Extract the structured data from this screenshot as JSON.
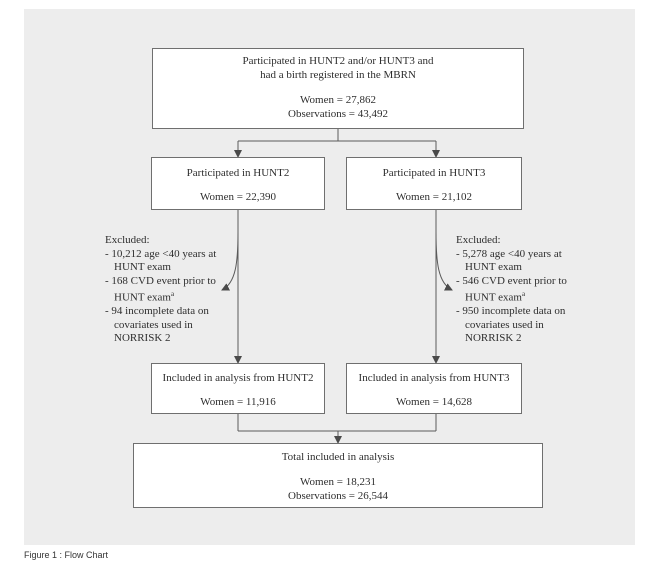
{
  "diagram": {
    "top_box": {
      "line1": "Participated in HUNT2 and/or HUNT3 and",
      "line2": "had a birth registered in the MBRN",
      "women": "Women = 27,862",
      "observations": "Observations = 43,492"
    },
    "hunt2_box": {
      "title": "Participated in HUNT2",
      "women": "Women = 22,390"
    },
    "hunt3_box": {
      "title": "Participated in HUNT3",
      "women": "Women = 21,102"
    },
    "hunt2_excluded": {
      "heading": "Excluded:",
      "items": [
        "- 10,212 age <40 years at HUNT exam",
        "- 168 CVD event prior to HUNT exam",
        "- 94 incomplete data on covariates used in NORRISK 2"
      ],
      "lines": [
        "- 10,212 age <40 years at",
        "HUNT exam",
        "- 168 CVD event prior to",
        "HUNT exam",
        "a",
        "- 94 incomplete data on",
        "covariates used in",
        "NORRISK 2"
      ]
    },
    "hunt3_excluded": {
      "heading": "Excluded:",
      "lines": [
        "- 5,278 age <40 years at",
        "HUNT exam",
        "- 546 CVD event prior to",
        "HUNT exam",
        "a",
        "- 950 incomplete data on",
        "covariates used in",
        "NORRISK 2"
      ]
    },
    "hunt2_included": {
      "title": "Included in analysis from HUNT2",
      "women": "Women = 11,916"
    },
    "hunt3_included": {
      "title": "Included in analysis from HUNT3",
      "women": "Women = 14,628"
    },
    "total_box": {
      "title": "Total included in analysis",
      "women": "Women = 18,231",
      "observations": "Observations = 26,544"
    }
  },
  "caption": "Figure 1 : Flow Chart",
  "colors": {
    "panel": "#ededed",
    "box_border": "#6f6f6f",
    "text": "#2e2e2e"
  }
}
